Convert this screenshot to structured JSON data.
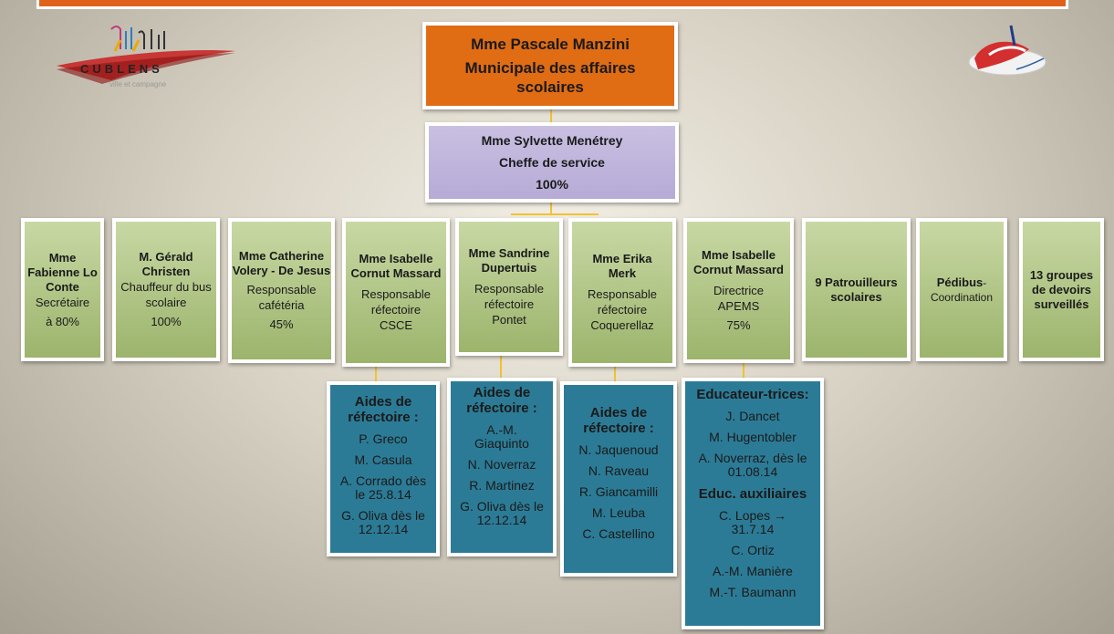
{
  "logo": {
    "word": "CUBLENS",
    "subtitle": "ville et campagne"
  },
  "top": {
    "name": "Mme Pascale Manzini",
    "role": "Municipale des affaires scolaires"
  },
  "chief": {
    "name": "Mme Sylvette Menétrey",
    "role": "Cheffe de service",
    "pct": "100%"
  },
  "staff": [
    {
      "name": "Mme Fabienne Lo Conte",
      "role": "Secrétaire",
      "pct": "à 80%"
    },
    {
      "name": "M. Gérald Christen",
      "role": "Chauffeur du bus scolaire",
      "pct": "100%"
    },
    {
      "name": "Mme Catherine Volery - De Jesus",
      "role": "Responsable cafétéria",
      "pct": "45%"
    },
    {
      "name": "Mme Isabelle Cornut Massard",
      "role": "Responsable réfectoire CSCE",
      "pct": ""
    },
    {
      "name": "Mme Sandrine Dupertuis",
      "role": "Responsable réfectoire Pontet",
      "pct": ""
    },
    {
      "name": "Mme Erika Merk",
      "role": "Responsable réfectoire Coquerellaz",
      "pct": ""
    },
    {
      "name": "Mme Isabelle Cornut Massard",
      "role": "Directrice APEMS",
      "pct": "75%"
    },
    {
      "name": "9 Patrouilleurs scolaires",
      "role": "",
      "pct": ""
    },
    {
      "name": "Pédibus",
      "role": "- Coordination",
      "pct": ""
    },
    {
      "name": "13 groupes de devoirs surveillés",
      "role": "",
      "pct": ""
    }
  ],
  "aides": [
    {
      "title": "Aides de réfectoire :",
      "items": [
        "P. Greco",
        "M. Casula",
        "A. Corrado dès le 25.8.14",
        "G. Oliva dès le 12.12.14"
      ]
    },
    {
      "title": "Aides de réfectoire :",
      "items": [
        "A.-M. Giaquinto",
        "N. Noverraz",
        "R. Martinez",
        "G. Oliva dès le 12.12.14"
      ]
    },
    {
      "title": "Aides de réfectoire :",
      "items": [
        "N. Jaquenoud",
        "N. Raveau",
        "R. Giancamilli",
        "M. Leuba",
        "C. Castellino"
      ]
    },
    {
      "title": "Educateur-trices:",
      "items": [
        "J. Dancet",
        "M. Hugentobler",
        "A. Noverraz, dès le 01.08.14"
      ],
      "title2": "Educ. auxiliaires",
      "items2": [
        "C. Lopes → 31.7.14",
        "C. Ortiz",
        "A.-M. Manière",
        "M.-T. Baumann"
      ]
    }
  ]
}
